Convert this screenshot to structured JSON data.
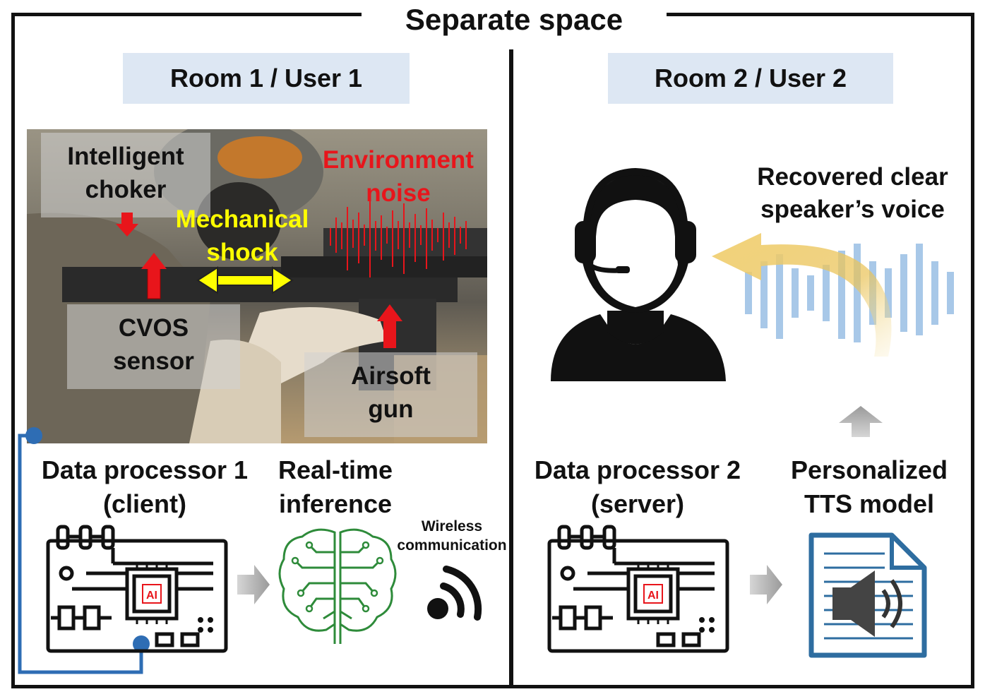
{
  "title": "Separate space",
  "room1": {
    "header": "Room 1 /  User 1",
    "labels": {
      "choker_line1": "Intelligent",
      "choker_line2": "choker",
      "noise_line1": "Environment",
      "noise_line2": "noise",
      "shock_line1": "Mechanical",
      "shock_line2": "shock",
      "cvos_line1": "CVOS",
      "cvos_line2": "sensor",
      "gun_line1": "Airsoft",
      "gun_line2": "gun"
    },
    "processor_line1": "Data processor 1",
    "processor_line2": "(client)",
    "inference_line1": "Real-time",
    "inference_line2": "inference",
    "wireless_line1": "Wireless",
    "wireless_line2": "communication",
    "chip_label": "AI"
  },
  "room2": {
    "header": "Room 2 /  User 2",
    "voice_line1": "Recovered clear",
    "voice_line2": "speaker’s voice",
    "processor_line1": "Data processor 2",
    "processor_line2": "(server)",
    "tts_line1": "Personalized",
    "tts_line2": "TTS model",
    "chip_label": "AI"
  },
  "colors": {
    "header_bg": "#dde7f3",
    "red_arrow": "#e8151b",
    "yellow": "#ffff00",
    "blue_wire": "#2e6db4",
    "brain_green": "#2e8b3a",
    "wave_blue": "#a8c8e8",
    "doc_blue": "#2e6da0"
  },
  "icons": [
    "circuit-board-icon",
    "brain-icon",
    "wireless-signal-icon",
    "headset-user-icon",
    "sound-wave-icon",
    "audio-document-icon",
    "arrow-right-icon",
    "arrow-up-icon"
  ]
}
